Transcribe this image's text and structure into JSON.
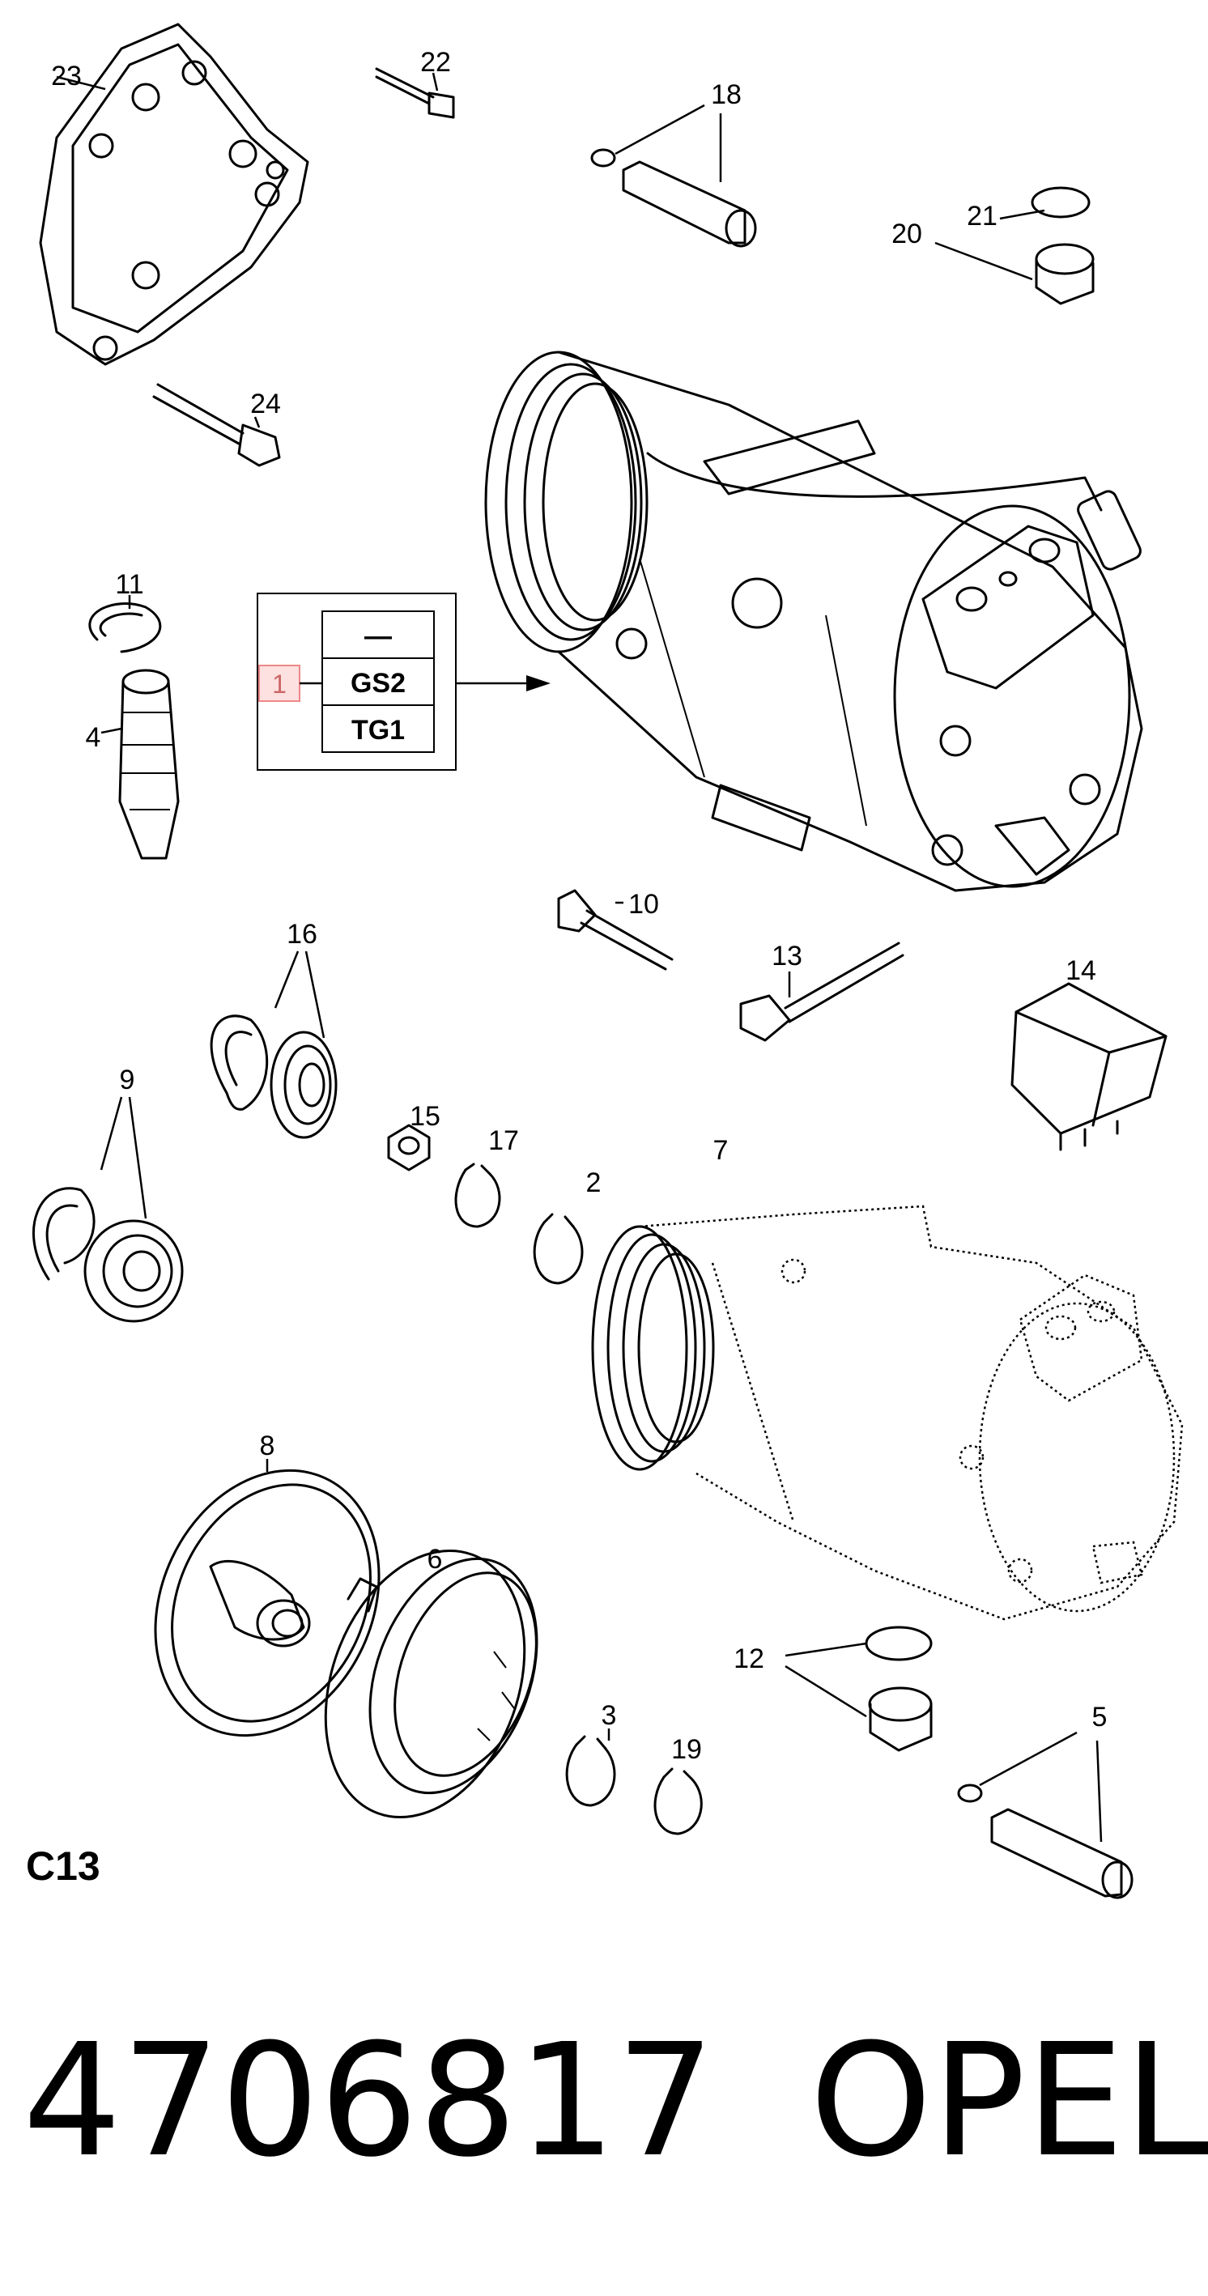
{
  "diagram": {
    "section_code": "C13",
    "legend_box": {
      "index": "1",
      "rows": [
        "—",
        "GS2",
        "TG1"
      ]
    },
    "callouts": [
      {
        "id": "c1",
        "text": "23"
      },
      {
        "id": "c2",
        "text": "22"
      },
      {
        "id": "c3",
        "text": "18"
      },
      {
        "id": "c4",
        "text": "21"
      },
      {
        "id": "c5",
        "text": "20"
      },
      {
        "id": "c6",
        "text": "24"
      },
      {
        "id": "c7",
        "text": "11"
      },
      {
        "id": "c8",
        "text": "4"
      },
      {
        "id": "c9",
        "text": "10"
      },
      {
        "id": "c10",
        "text": "13"
      },
      {
        "id": "c11",
        "text": "14"
      },
      {
        "id": "c12",
        "text": "16"
      },
      {
        "id": "c13",
        "text": "9"
      },
      {
        "id": "c14",
        "text": "15"
      },
      {
        "id": "c15",
        "text": "17"
      },
      {
        "id": "c16",
        "text": "2"
      },
      {
        "id": "c17",
        "text": "7"
      },
      {
        "id": "c18",
        "text": "8"
      },
      {
        "id": "c19",
        "text": "6"
      },
      {
        "id": "c20",
        "text": "12"
      },
      {
        "id": "c21",
        "text": "3"
      },
      {
        "id": "c22",
        "text": "19"
      },
      {
        "id": "c23",
        "text": "5"
      }
    ]
  },
  "footer": {
    "part_number": "4706817",
    "brand": "OPEL"
  }
}
